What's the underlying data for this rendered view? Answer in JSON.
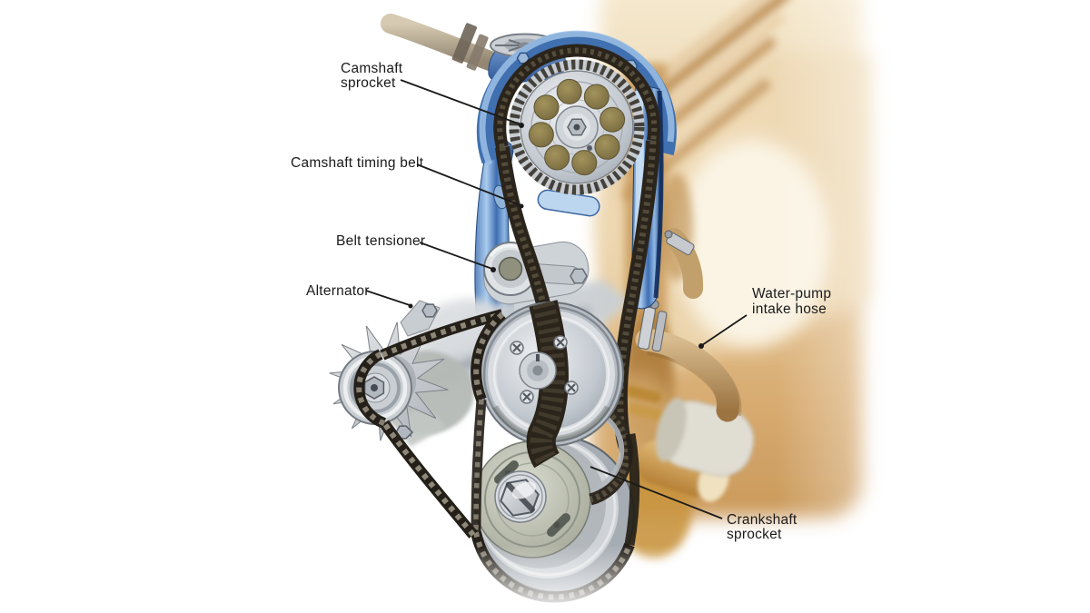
{
  "figure": {
    "type": "labeled-diagram",
    "subject": "Engine camshaft timing belt and accessory drive illustration"
  },
  "palette": {
    "label_text": "#1a1a1a",
    "leader_line": "#1a1a1a",
    "housing_blue": "#3e6db1",
    "engine_block_tan": "#d8ab6f",
    "timing_belt_dark": "#2b241b",
    "metal_silver": "#c9ced4"
  },
  "labels": [
    {
      "id": "camshaft-sprocket",
      "lines": [
        "Camshaft",
        "sprocket"
      ]
    },
    {
      "id": "camshaft-timing-belt",
      "lines": [
        "Camshaft timing belt"
      ]
    },
    {
      "id": "belt-tensioner",
      "lines": [
        "Belt tensioner"
      ]
    },
    {
      "id": "alternator",
      "lines": [
        "Alternator"
      ]
    },
    {
      "id": "water-pump-intake-hose",
      "lines": [
        "Water-pump",
        "intake hose"
      ]
    },
    {
      "id": "crankshaft-sprocket",
      "lines": [
        "Crankshaft",
        "sprocket"
      ]
    }
  ]
}
